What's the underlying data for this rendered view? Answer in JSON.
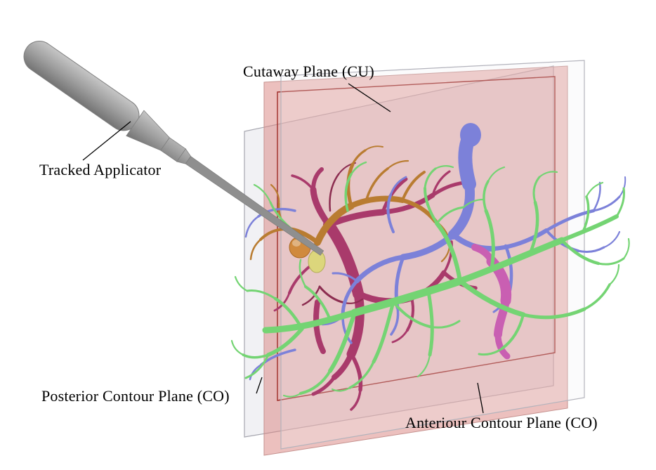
{
  "figure": {
    "background": "#ffffff",
    "labels": {
      "cutaway_plane": "Cutaway Plane (CU)",
      "tracked_applicator": "Tracked Applicator",
      "posterior_plane": "Posterior Contour Plane (CO)",
      "anterior_plane": "Anteriour Contour Plane (CO)"
    },
    "colors": {
      "cutaway_plane_fill": "#ecc0bd",
      "cutaway_plane_red_border": "#9e2b27",
      "contour_plane_fill": "#ebebf0",
      "contour_plane_border": "#a6a6af",
      "applicator_gray": "#9f9f9f",
      "vessel_green": "#74d473",
      "vessel_blue": "#7c81d9",
      "vessel_magenta": "#a93a6b",
      "vessel_maroon": "#8c2d50",
      "vessel_pink": "#c95fb2",
      "vessel_orange": "#b97c31",
      "applicator_tip_yellow": "#dcd67c",
      "target_sphere_orange": "#d08a3e",
      "leader_line": "#000000"
    }
  }
}
